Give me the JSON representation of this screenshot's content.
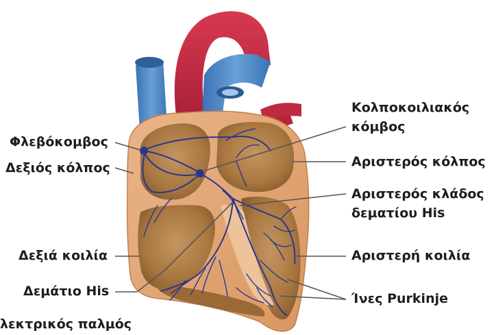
{
  "labels": {
    "sinoatrial_node": "Φλεβόκομβος",
    "right_atrium": "Δεξιός κόλπος",
    "right_ventricle": "Δεξιά κοιλία",
    "bundle_of_his": "Δεμάτιο His",
    "electrical_impulse": "λεκτρικός παλμός",
    "av_node_line1": "Κολποκοιλιακός",
    "av_node_line2": "κόμβος",
    "left_atrium": "Αριστερός κόλπος",
    "left_bundle_line1": "Αριστερός κλάδος",
    "left_bundle_line2": "δεματίου His",
    "left_ventricle": "Αριστερή κοιλία",
    "purkinje_fibers": "Ίνες Purkinje"
  },
  "colors": {
    "aorta": "#c8283f",
    "vena_cava": "#4a86c5",
    "myocardium": "#e0a579",
    "chamber": "#a87740",
    "conduction": "#2b3590",
    "leader_line": "#555555"
  }
}
